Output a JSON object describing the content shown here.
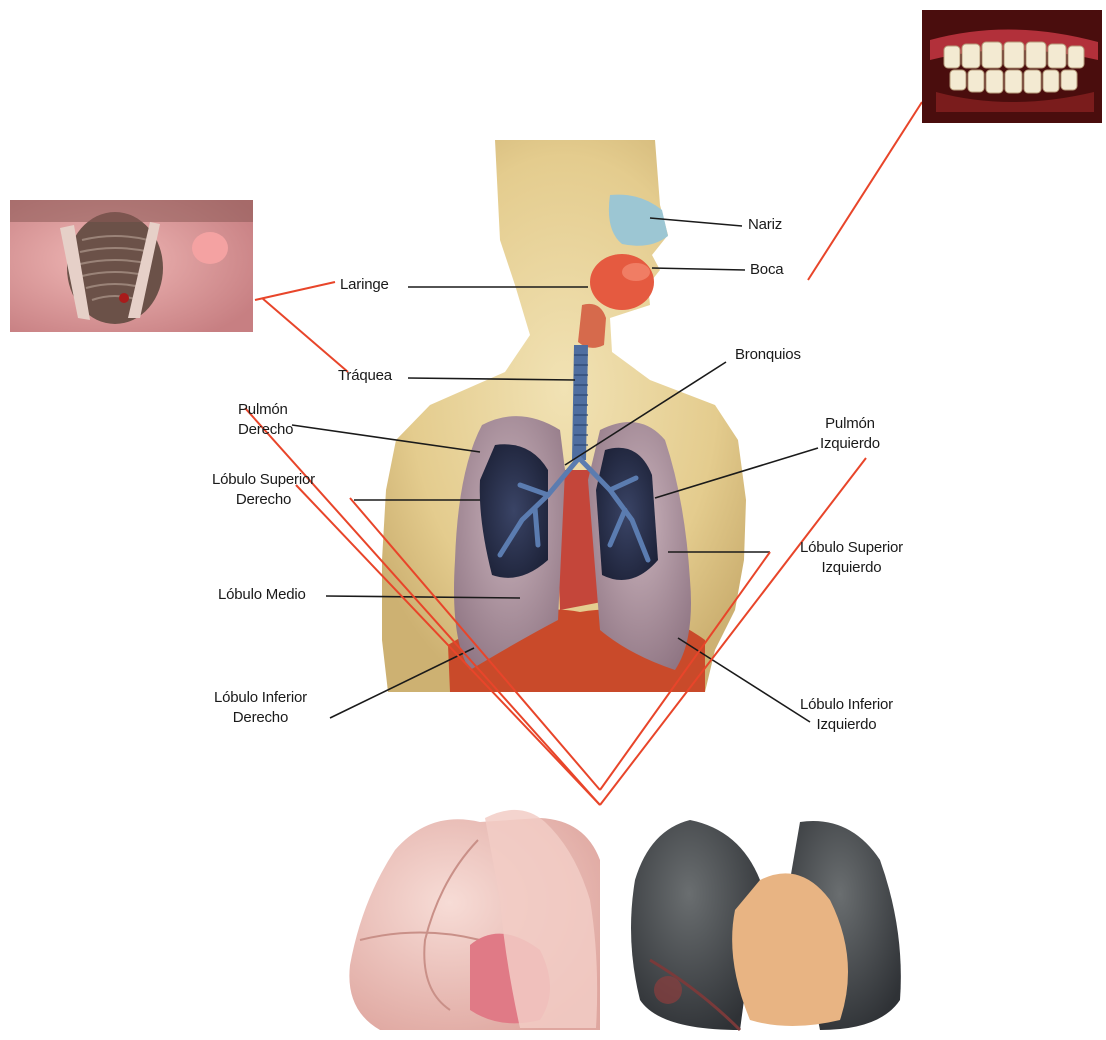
{
  "labels": {
    "nariz": "Nariz",
    "boca": "Boca",
    "laringe": "Laringe",
    "traquea": "Tráquea",
    "bronquios": "Bronquios",
    "pulmon_derecho": [
      "Pulmón",
      "Derecho"
    ],
    "pulmon_izquierdo": [
      "Pulmón",
      "Izquierdo"
    ],
    "lobulo_superior_derecho": [
      "Lóbulo Superior",
      "Derecho"
    ],
    "lobulo_superior_izquierdo": [
      "Lóbulo Superior",
      "Izquierdo"
    ],
    "lobulo_medio": "Lóbulo Medio",
    "lobulo_inferior_derecho": [
      "Lóbulo Inferior",
      "Derecho"
    ],
    "lobulo_inferior_izquierdo": [
      "Lóbulo Inferior",
      "Izquierdo"
    ]
  },
  "colors": {
    "callout_line": "#e8452a",
    "leader_line": "#1a1a1a",
    "skin": "#e7d29a",
    "lung": "#b59aa5",
    "lung_dark": "#2a2f4a",
    "bronchi": "#4f6ea0",
    "diaphragm": "#c94a2a",
    "healthy_lung": "#f2c6c0",
    "smoker_lung": "#4a4c4f"
  },
  "photos": {
    "teeth": "teeth-photo",
    "larynx": "larynx-photo",
    "healthy_lungs": "healthy-lungs-photo",
    "smoker_lungs": "smoker-lungs-photo"
  }
}
